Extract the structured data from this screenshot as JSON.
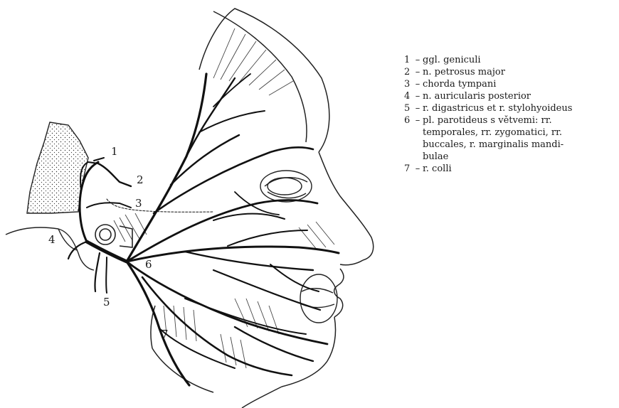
{
  "figure": {
    "labels": [
      {
        "id": "1",
        "text": "1"
      },
      {
        "id": "2",
        "text": "2"
      },
      {
        "id": "3",
        "text": "3"
      },
      {
        "id": "4",
        "text": "4"
      },
      {
        "id": "5",
        "text": "5"
      },
      {
        "id": "6",
        "text": "6"
      },
      {
        "id": "7",
        "text": "7"
      }
    ]
  },
  "legend": {
    "items": [
      {
        "num": "1",
        "dash": "–",
        "text": "ggl. geniculi"
      },
      {
        "num": "2",
        "dash": "–",
        "text": "n. petrosus major"
      },
      {
        "num": "3",
        "dash": "–",
        "text": "chorda tympani"
      },
      {
        "num": "4",
        "dash": "–",
        "text": "n. auricularis posterior"
      },
      {
        "num": "5",
        "dash": "–",
        "text": "r. digastricus et r. stylohyoideus"
      },
      {
        "num": "6",
        "dash": "–",
        "text": "pl. parotideus s  větvemi: rr.\ntemporales, rr. zygomatici, rr.\nbuccales, r. marginalis mandi-\nbulae"
      },
      {
        "num": "7",
        "dash": "–",
        "text": "r. colli"
      }
    ]
  },
  "colors": {
    "ink": "#1a1a1a",
    "paper": "#ffffff"
  }
}
